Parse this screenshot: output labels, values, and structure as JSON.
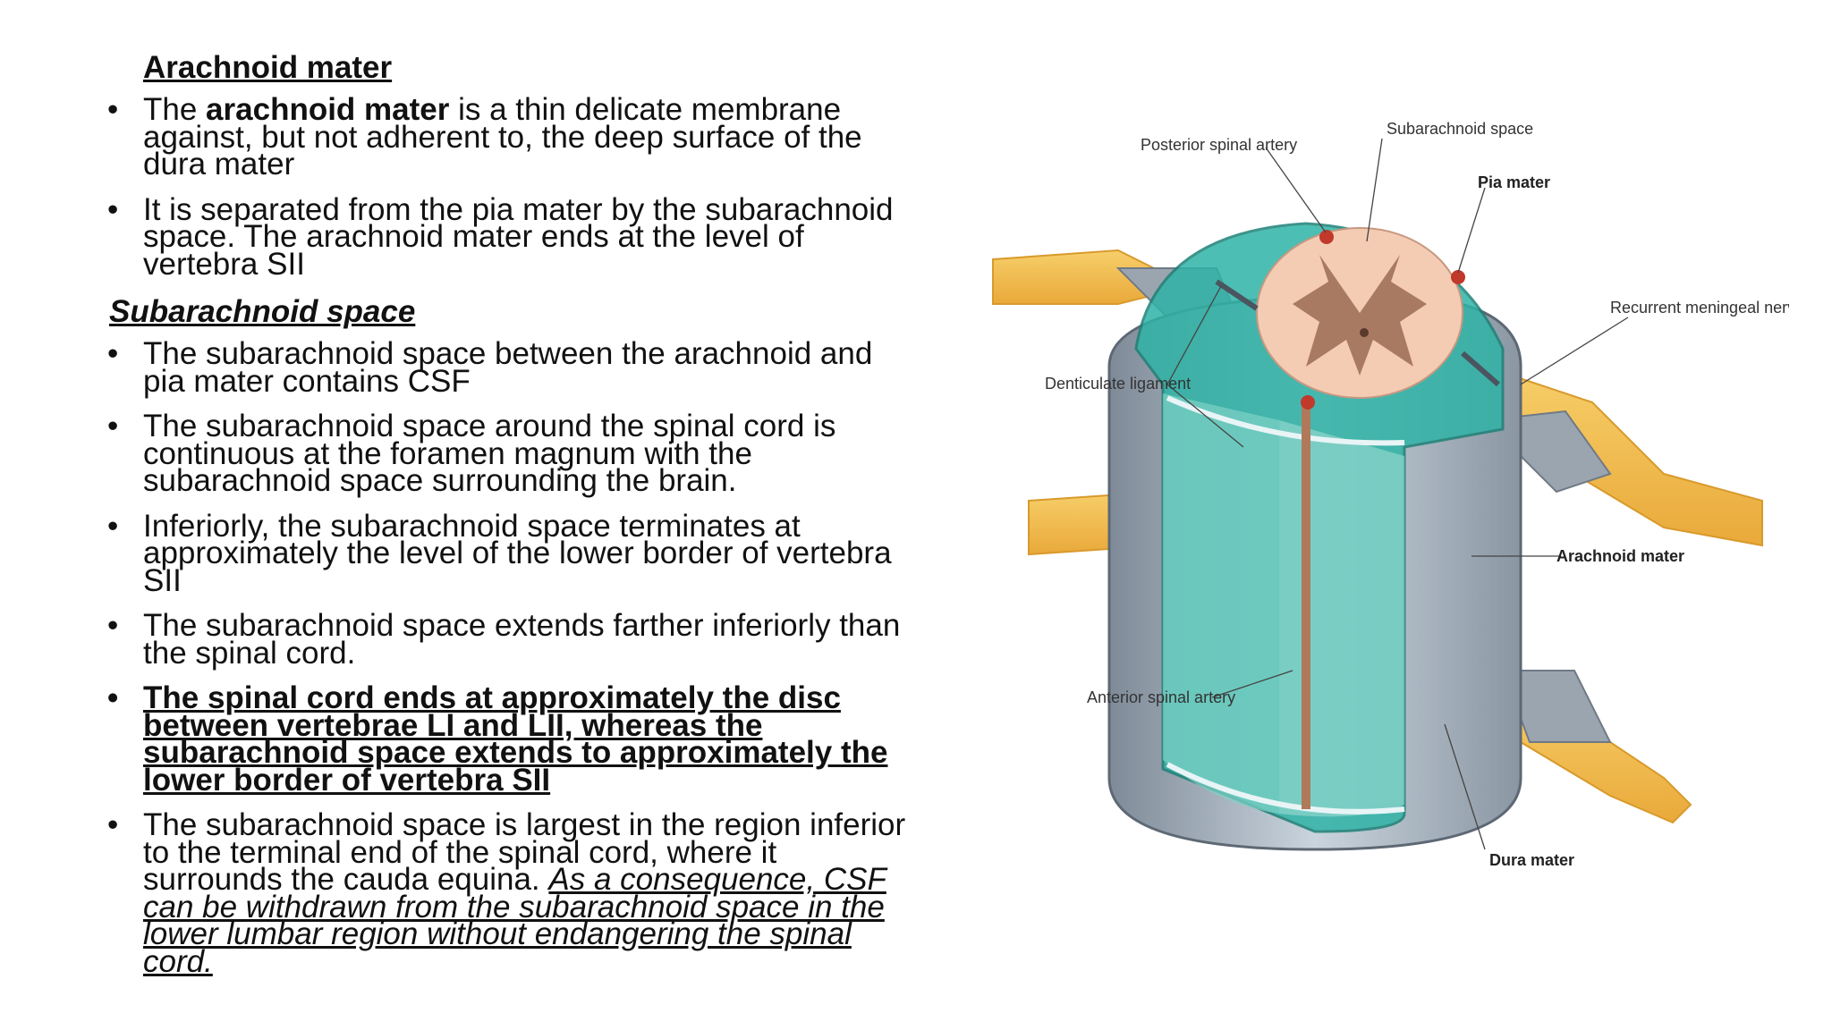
{
  "section1": {
    "heading": "Arachnoid mater",
    "b1": {
      "pre": "The ",
      "bold": "arachnoid mater",
      "post": " is a thin delicate membrane against, but not adherent to, the deep surface of the dura mater"
    },
    "b2": "It is separated from the pia mater by the subarachnoid space. The arachnoid mater ends at the level of vertebra SII"
  },
  "section2": {
    "heading": "Subarachnoid space",
    "b1": "The subarachnoid space between the arachnoid and pia mater contains CSF",
    "b2": "The subarachnoid space around the spinal cord is continuous at the foramen magnum with the subarachnoid space surrounding the brain.",
    "b3": "Inferiorly, the subarachnoid space terminates at approximately the level of the lower border of vertebra SII",
    "b4": "The subarachnoid space extends farther inferiorly than the spinal cord.",
    "b5": "The spinal cord ends at approximately the disc between vertebrae LI and LII, whereas the subarachnoid space extends to approximately the lower border of vertebra SII",
    "b6": {
      "pre": "The subarachnoid space is largest in the region inferior to the terminal end of the spinal cord, where it surrounds the cauda equina. ",
      "emph": "As a consequence, CSF can be withdrawn from the subarachnoid space in the lower lumbar region without endangering the spinal cord."
    }
  },
  "figure": {
    "labels": {
      "posterior_spinal_artery": "Posterior spinal artery",
      "subarachnoid_space": "Subarachnoid space",
      "pia_mater": "Pia mater",
      "recurrent_meningeal_nerves": "Recurrent meningeal nerves",
      "denticulate_ligament": "Denticulate ligament",
      "arachnoid_mater": "Arachnoid mater",
      "anterior_spinal_artery": "Anterior spinal artery",
      "dura_mater": "Dura mater"
    }
  }
}
